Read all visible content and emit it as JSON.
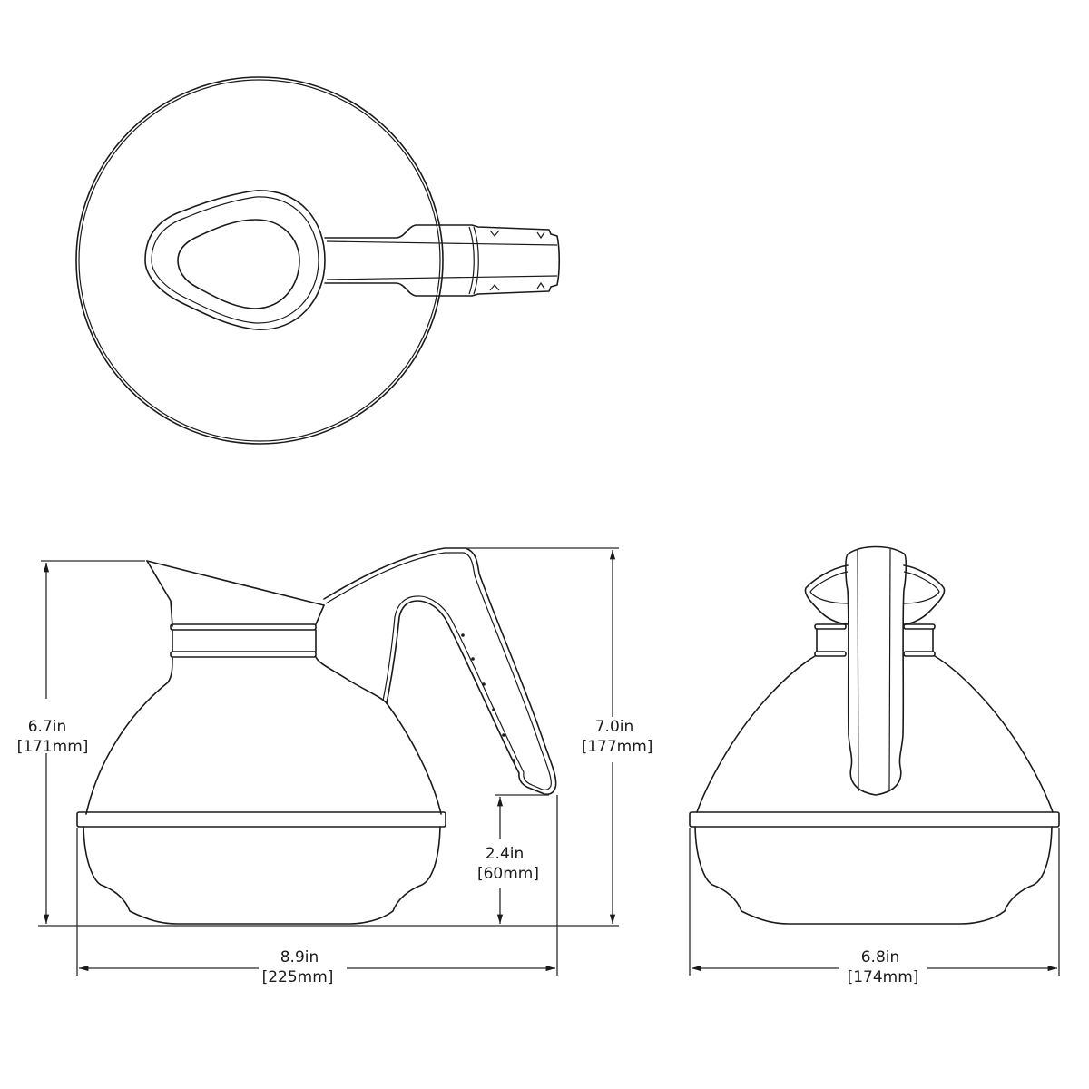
{
  "drawing": {
    "subject": "Coffee decanter",
    "views": [
      "top",
      "side",
      "front"
    ]
  },
  "dimensions": {
    "side_body_height": {
      "in": "6.7in",
      "mm": "[171mm]"
    },
    "side_overall_height": {
      "in": "7.0in",
      "mm": "[177mm]"
    },
    "handle_clearance": {
      "in": "2.4in",
      "mm": "[60mm]"
    },
    "side_width": {
      "in": "8.9in",
      "mm": "[225mm]"
    },
    "front_width": {
      "in": "6.8in",
      "mm": "[174mm]"
    }
  },
  "colors": {
    "line": "#1a1a1a",
    "background": "#ffffff"
  }
}
